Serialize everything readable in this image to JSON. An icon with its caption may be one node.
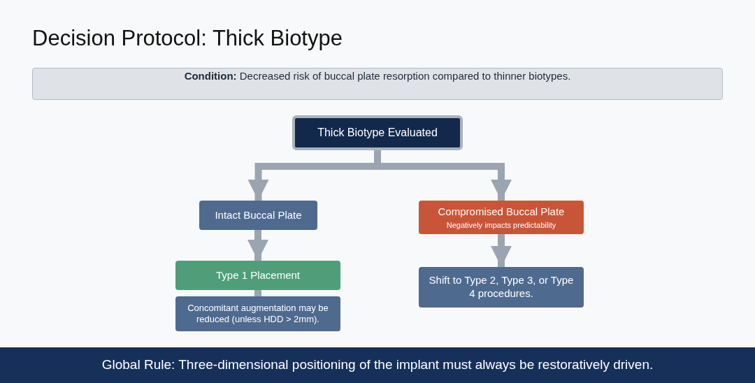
{
  "diagram": {
    "title": "Decision Protocol: Thick Biotype",
    "nodes": [
      {
        "text": [
          "**Condition:** Decreased risk of buccal plate resorption compared to thinner biotypes."
        ]
      },
      {
        "text": [
          "Thick Biotype Evaluated"
        ]
      },
      {
        "text": [
          "Intact Buccal Plate"
        ]
      },
      {
        "text": [
          "Compromised Buccal Plate",
          "Negatively impacts predictability"
        ]
      },
      {
        "text": [
          "Type 1 Placement"
        ]
      },
      {
        "text": [
          "Concomitant augmentation may be reduced (unless HDD > 2mm)."
        ]
      },
      {
        "text": [
          "Shift to Type 2, Type 3, or Type 4 procedures."
        ]
      },
      {
        "text": [
          "Global Rule: Three-dimensional positioning of the implant must always be restoratively driven."
        ]
      }
    ],
    "edges": [
      {
        "from": 1,
        "to": 2,
        "arrow": "to"
      },
      {
        "from": 1,
        "to": 3,
        "arrow": "to"
      },
      {
        "from": 2,
        "to": 4,
        "arrow": "to"
      },
      {
        "from": 4,
        "to": 5,
        "arrow": "none"
      },
      {
        "from": 3,
        "to": 6,
        "arrow": "to"
      }
    ]
  }
}
